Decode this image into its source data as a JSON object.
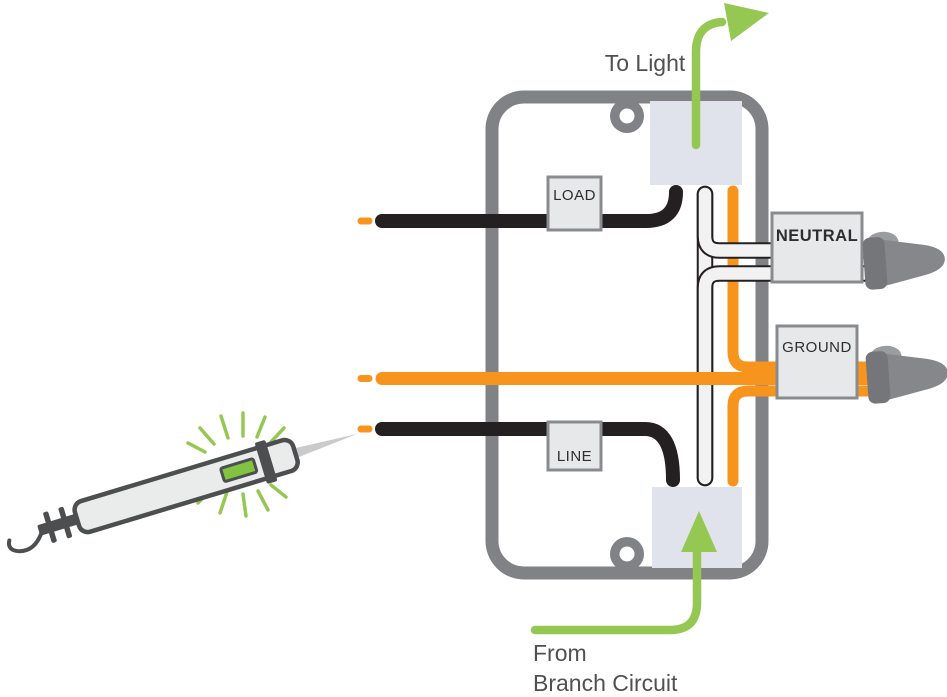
{
  "diagram": {
    "type": "wiring-diagram",
    "annotations": {
      "to_light": "To Light",
      "from_branch_line1": "From",
      "from_branch_line2": "Branch Circuit"
    },
    "wire_labels": {
      "load": "LOAD",
      "line": "LINE",
      "neutral": "NEUTRAL",
      "ground": "GROUND"
    },
    "colors": {
      "arrow_green": "#95c853",
      "wire_orange": "#f7941e",
      "wire_black": "#242021",
      "wire_white": "#f2f2f3",
      "box_gray": "#818285",
      "cable_entry": "#e0e3eb",
      "label_fill": "#e7e8e9",
      "label_border": "#8a8b8e",
      "annotation_text": "#4f5052",
      "wire_nut_gray": "#85878b",
      "tester_body": "#eaebeb",
      "tester_outline": "#4d4e50",
      "tester_display_green": "#82c341"
    }
  }
}
